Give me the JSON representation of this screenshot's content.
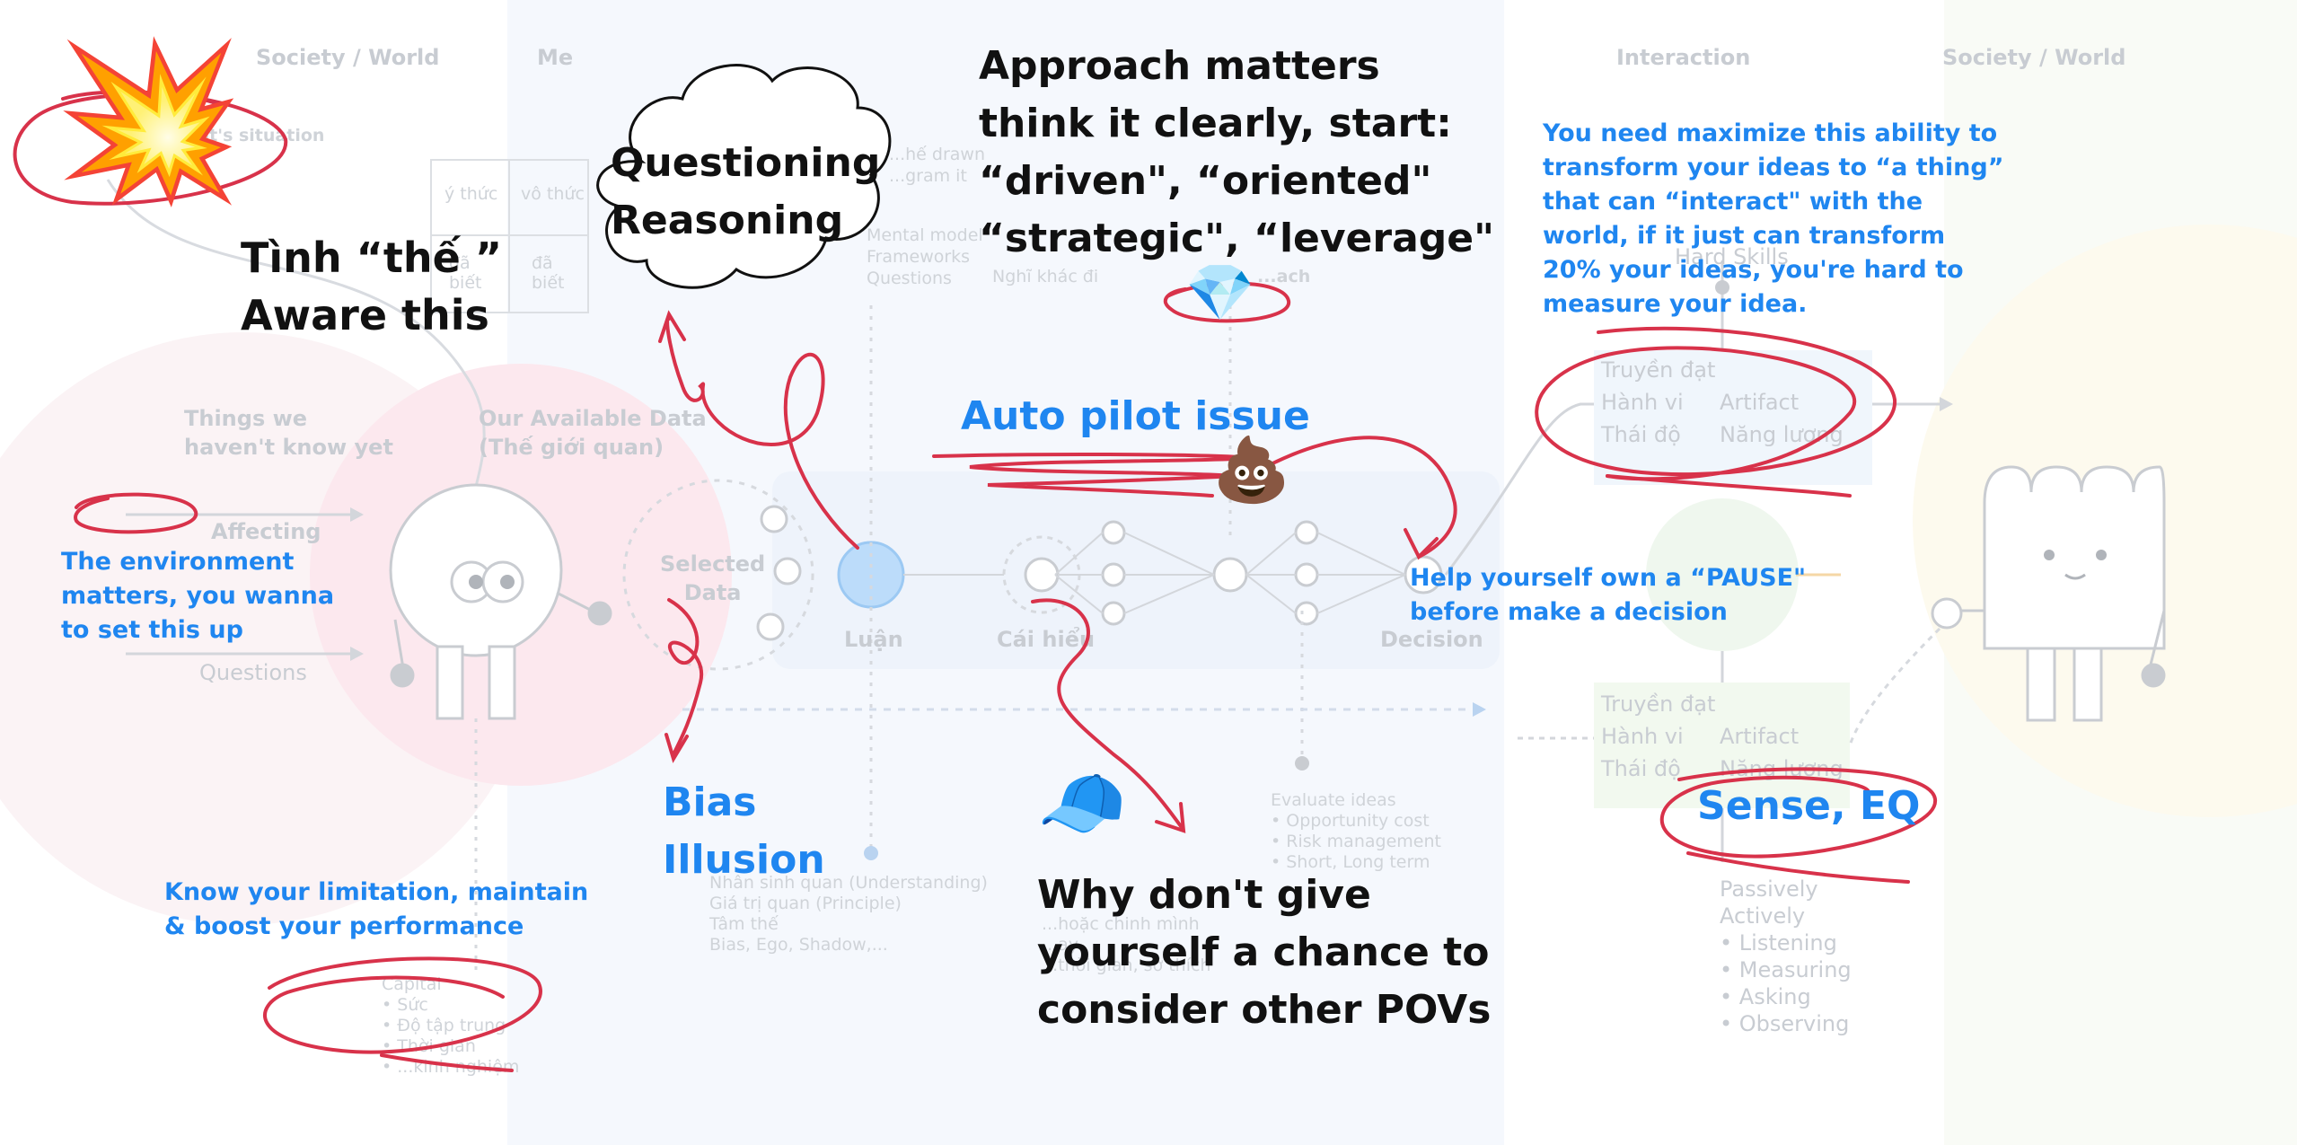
{
  "background": {
    "columns": [
      "Society / World",
      "Me",
      "Interaction",
      "Society / World"
    ],
    "left_blocks": [
      {
        "label": "Things we\nhaven't know yet"
      },
      {
        "label": "Our Available Data\n(Thế giới quan)"
      }
    ],
    "left_arrows": [
      "Affecting",
      "Questions"
    ],
    "grid_cells": [
      "ý thức",
      "vô thức",
      "đã\nbiết",
      "đã\nbiết"
    ],
    "selected_data": "Selected\nData",
    "nodes": [
      "Luận",
      "Cái hiểu",
      "Decision"
    ],
    "mental_model": "Mental model\nFrameworks\nQuestions",
    "mental_model_extra": "Nghĩ khác đi",
    "top_small": "...it's situation",
    "top_small_2": "...hế drawn\n...gram it",
    "hard_skills": "Hard Skills",
    "table_top": {
      "r1": [
        "Truyền đạt",
        ""
      ],
      "r2": [
        "Hành vi",
        "Artifact"
      ],
      "r3": [
        "Thái độ",
        "Năng lượng"
      ]
    },
    "table_bottom": {
      "r1": [
        "Truyền đạt",
        ""
      ],
      "r2": [
        "Hành vi",
        "Artifact"
      ],
      "r3": [
        "Thái độ",
        "Năng lượng"
      ]
    },
    "evaluate": "Evaluate ideas\n• Opportunity cost\n• Risk management\n• Short, Long term",
    "understanding": "Nhân sinh quan (Understanding)\nGiá trị quan (Principle)\nTâm thế\nBias, Ego, Shadow,...",
    "capital": "Capital\n• Sức\n• Độ tập trung\n• Thời gian\n• ...kinh nghiệm",
    "listening": "Passively\nActively\n• Listening\n• Measuring\n• Asking\n• Observing",
    "approach_extra": "...ach",
    "chance_extra": "...hoặc chinh mình\n...ay\n...thời gian, sở thích"
  },
  "annotations": {
    "aware": "Tình “thế ”\nAware this",
    "questioning": "Questioning\nReasoning",
    "approach": "Approach matters\nthink it clearly, start:\n“driven\", “oriented\"\n“strategic\", “leverage\"",
    "maximize": "You need maximize this ability to\ntransform your ideas to “a thing”\nthat can “interact\" with the\nworld, if it just can transform\n20% your ideas, you're hard to\nmeasure your idea.",
    "autopilot": "Auto pilot issue",
    "environment": "The environment\nmatters, you wanna\nto set this up",
    "pause": "Help yourself own a “PAUSE\"\nbefore make a decision",
    "bias": "Bias\nIllusion",
    "limitation": "Know your limitation, maintain\n& boost your performance",
    "chance": "Why don't give\nyourself a chance to\nconsider other POVs",
    "sense": "Sense, EQ"
  },
  "emojis": {
    "explosion": "💥",
    "diamond": "💎",
    "poop": "💩",
    "cap": "🧢"
  },
  "colors": {
    "ink_red": "#d8324a",
    "ink_blue": "#1f86f0",
    "ink_black": "#111111",
    "faded": "#c8ccd2"
  }
}
